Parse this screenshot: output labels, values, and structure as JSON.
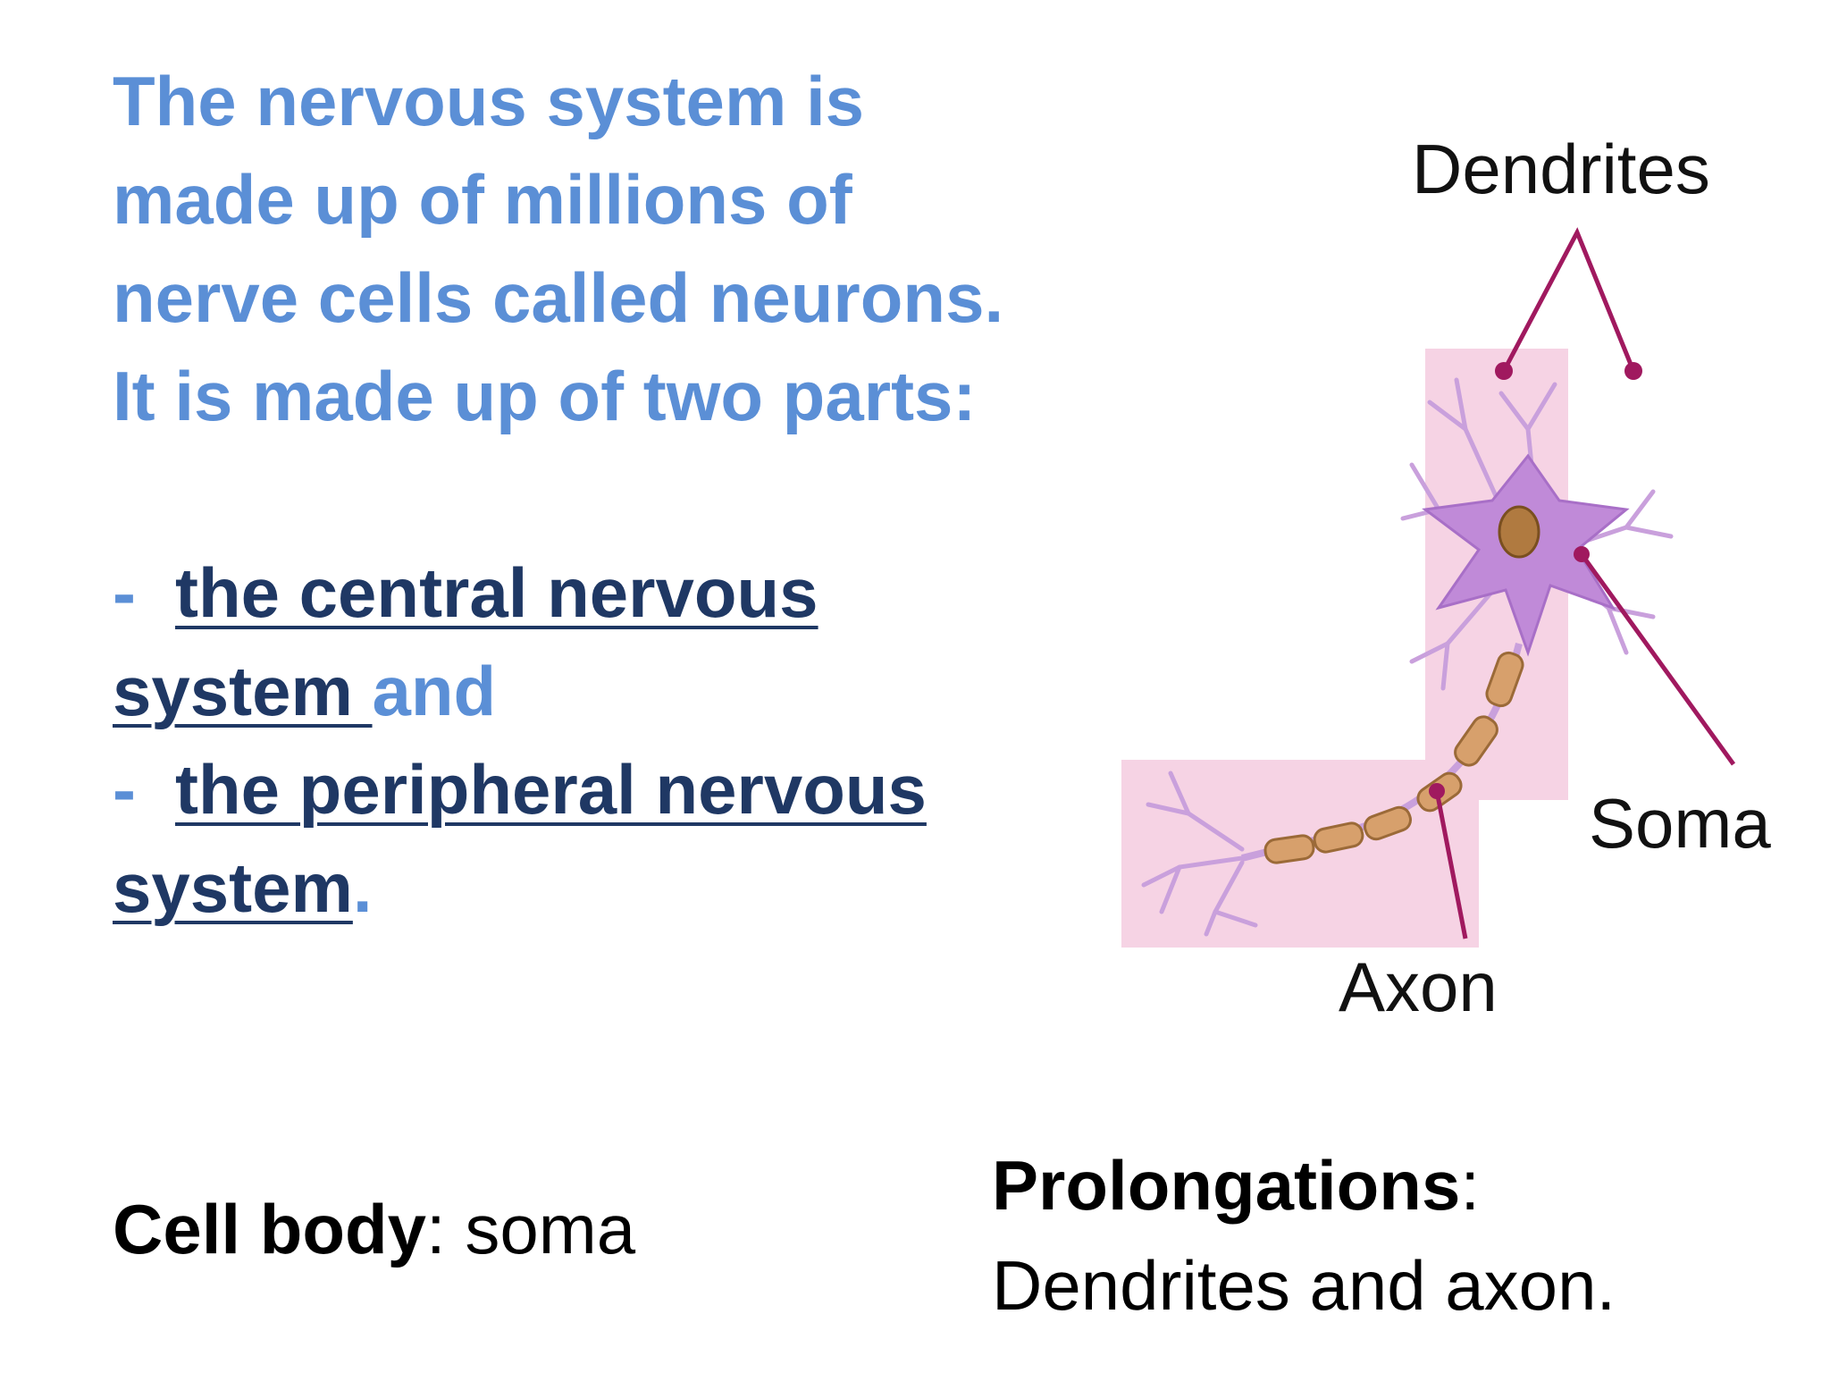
{
  "intro": {
    "lines": [
      "The nervous system is",
      "made up of millions of",
      "nerve cells called neurons.",
      "It is made up of two parts:"
    ]
  },
  "parts": {
    "dash": "-",
    "central": {
      "term_a": "the central nervous",
      "term_b": "system ",
      "suffix": "and"
    },
    "peripheral": {
      "term_a": "the peripheral nervous",
      "term_b": "system",
      "suffix": "."
    }
  },
  "cell_body": {
    "label": "Cell body",
    "sep": ":",
    "value": " soma"
  },
  "prolongations": {
    "label": "Prolongations",
    "sep": ":",
    "value": "Dendrites and axon."
  },
  "diagram": {
    "labels": {
      "dendrites": "Dendrites",
      "soma": "Soma",
      "axon": "Axon"
    },
    "icon": "neuron-illustration"
  },
  "colors": {
    "heading_blue": "#5b8fd6",
    "term_navy": "#1f3864",
    "highlight_pink": "#f6d3e4",
    "neuron_purple": "#c08ad8",
    "myelin_tan": "#d7a06c",
    "pointer_magenta": "#a0195f"
  }
}
